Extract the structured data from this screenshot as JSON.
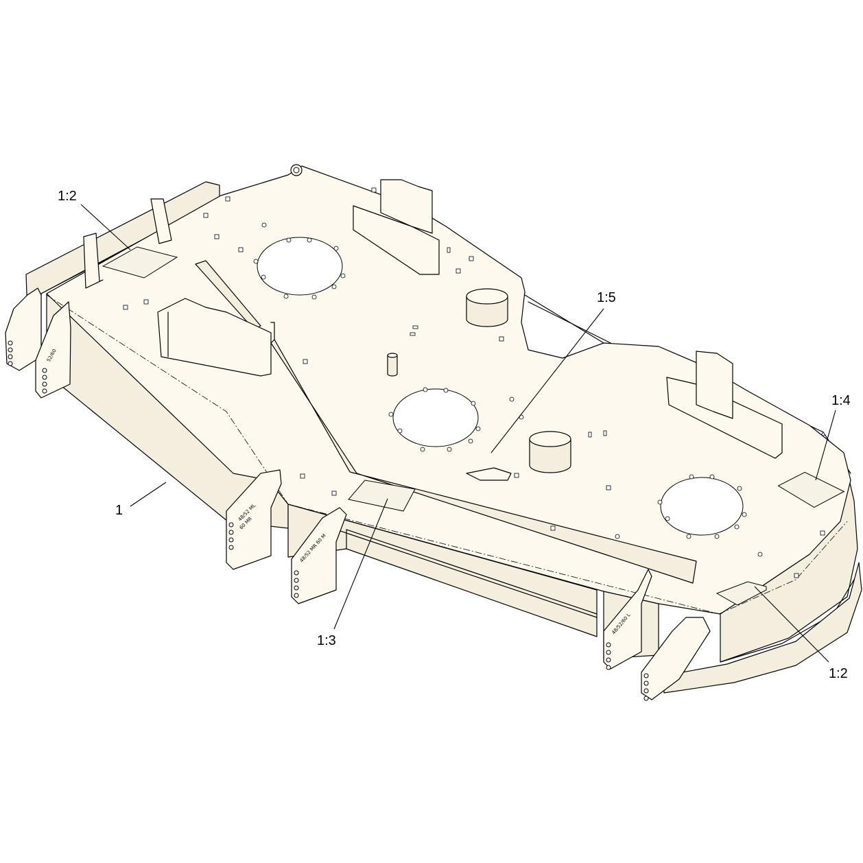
{
  "callouts": [
    {
      "id": "c-1-2-left",
      "label": "1:2"
    },
    {
      "id": "c-1-5",
      "label": "1:5"
    },
    {
      "id": "c-1-4",
      "label": "1:4"
    },
    {
      "id": "c-1",
      "label": "1"
    },
    {
      "id": "c-1-3",
      "label": "1:3"
    },
    {
      "id": "c-1-2-right",
      "label": "1:2"
    }
  ],
  "bracket_markings": {
    "rear_left": "52/60",
    "front_1_line1": "48/52 ML",
    "front_1_line2": "60 MR",
    "front_2": "48/52 MR 60 M",
    "front_3": "48/52/60 L"
  }
}
